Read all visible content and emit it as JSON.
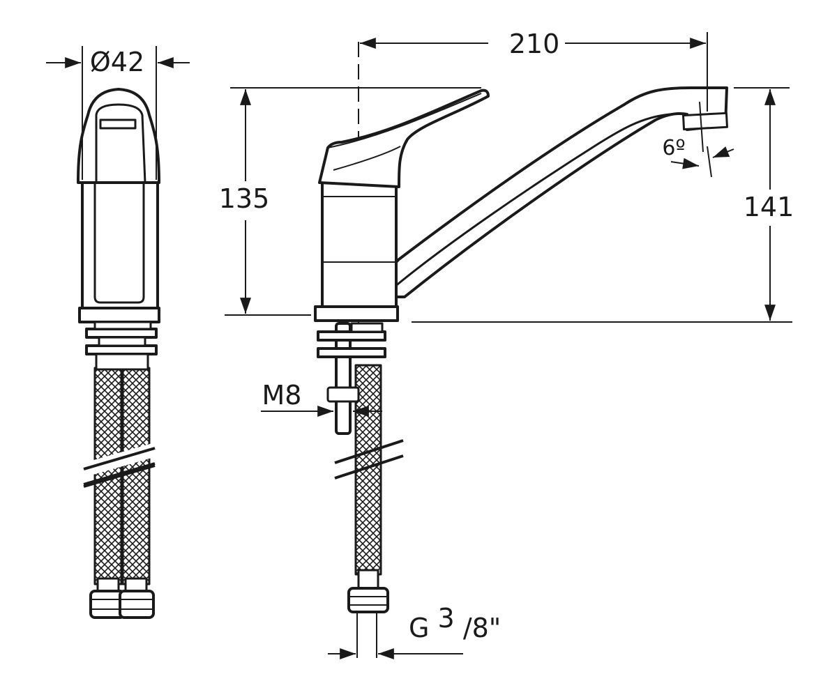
{
  "dimensions": {
    "diameter": "Ø42",
    "length": "210",
    "height_body": "135",
    "height_total": "141",
    "angle": "6º",
    "thread": "M8",
    "hose_connection_g": "G",
    "hose_connection_sup": "3",
    "hose_connection_rest": "/8\""
  },
  "colors": {
    "stroke": "#1a1a1a",
    "fill": "#ffffff"
  }
}
